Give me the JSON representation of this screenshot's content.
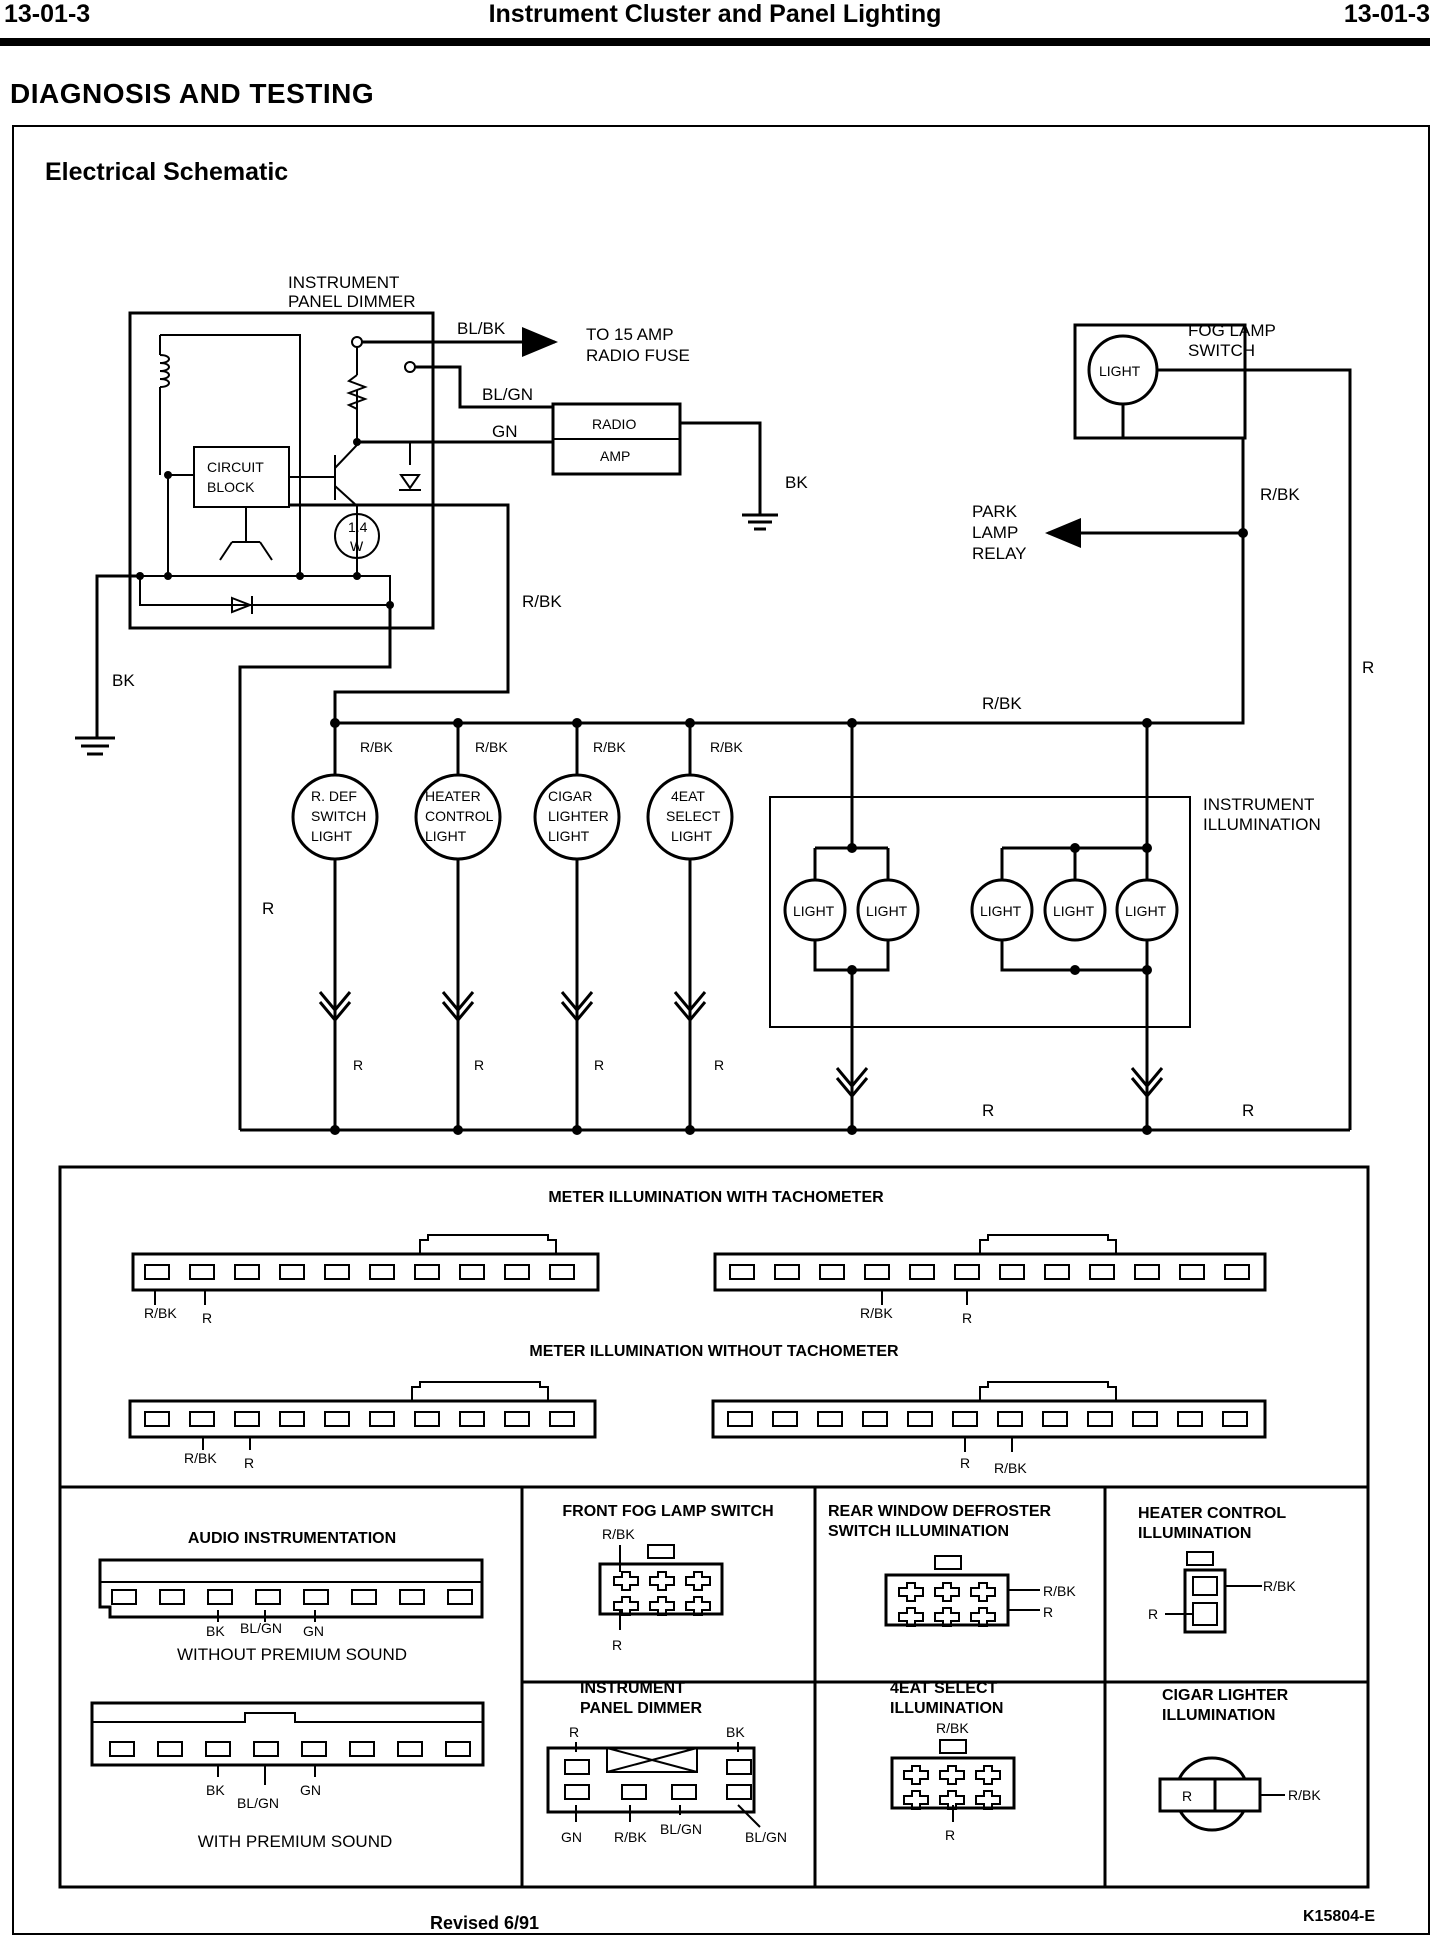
{
  "header": {
    "page_left": "13-01-3",
    "title": "Instrument Cluster and Panel Lighting",
    "page_right": "13-01-3"
  },
  "section_title": "DIAGNOSIS AND TESTING",
  "subsection_title": "Electrical Schematic",
  "footer": {
    "figure_id": "K15804-E",
    "revised": "Revised 6/91"
  },
  "schematic": {
    "dimmer_label": [
      "INSTRUMENT",
      "PANEL DIMMER"
    ],
    "circuit_block": [
      "CIRCUIT",
      "BLOCK"
    ],
    "bulb_14w": [
      "1.4",
      "W"
    ],
    "radio_fuse_label": [
      "TO 15 AMP",
      "RADIO FUSE"
    ],
    "radio_amp": [
      "RADIO",
      "AMP"
    ],
    "fog_lamp_switch": [
      "FOG LAMP",
      "SWITCH"
    ],
    "light": "LIGHT",
    "park_lamp_relay": [
      "PARK",
      "LAMP",
      "RELAY"
    ],
    "instrument_illumination": [
      "INSTRUMENT",
      "ILLUMINATION"
    ],
    "bulbs": [
      [
        "R. DEF",
        "SWITCH",
        "LIGHT"
      ],
      [
        "HEATER",
        "CONTROL",
        "LIGHT"
      ],
      [
        "CIGAR",
        "LIGHTER",
        "LIGHT"
      ],
      [
        "4EAT",
        "SELECT",
        "LIGHT"
      ]
    ],
    "wire": {
      "blbk": "BL/BK",
      "blgn": "BL/GN",
      "gn": "GN",
      "bk": "BK",
      "rbk": "R/BK",
      "r": "R"
    }
  },
  "connectors": {
    "meter_with_tach": "METER ILLUMINATION WITH TACHOMETER",
    "meter_without_tach": "METER ILLUMINATION WITHOUT TACHOMETER",
    "audio": "AUDIO INSTRUMENTATION",
    "without_premium": "WITHOUT PREMIUM SOUND",
    "with_premium": "WITH PREMIUM SOUND",
    "front_fog": "FRONT FOG LAMP SWITCH",
    "rear_defroster": [
      "REAR WINDOW DEFROSTER",
      "SWITCH ILLUMINATION"
    ],
    "heater_control": [
      "HEATER CONTROL",
      "ILLUMINATION"
    ],
    "instrument_panel_dimmer": [
      "INSTRUMENT",
      "PANEL DIMMER"
    ],
    "select_4eat": [
      "4EAT SELECT",
      "ILLUMINATION"
    ],
    "cigar_lighter": [
      "CIGAR LIGHTER",
      "ILLUMINATION"
    ],
    "pin_r": "R",
    "wire": {
      "rbk": "R/BK",
      "r": "R",
      "bk": "BK",
      "blgn": "BL/GN",
      "gn": "GN"
    }
  }
}
